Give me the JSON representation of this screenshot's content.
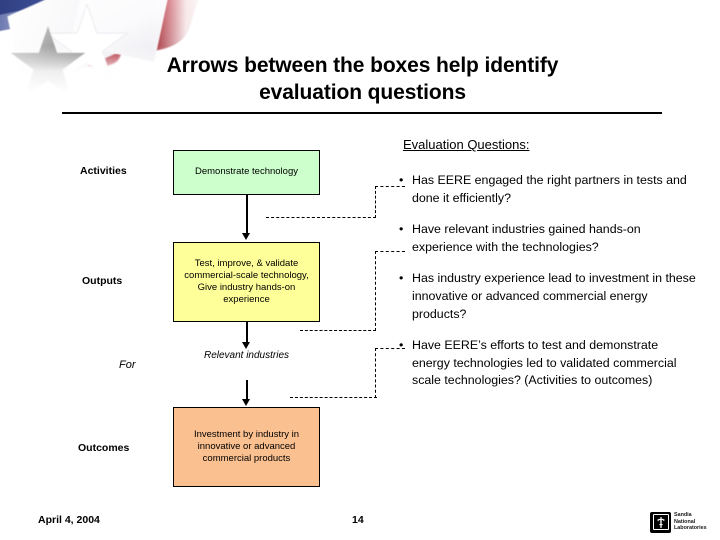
{
  "slide": {
    "title": "Arrows between the boxes help identify evaluation questions",
    "title_line1": "Arrows between the boxes help identify",
    "title_line2": "evaluation questions"
  },
  "diagram": {
    "row_labels": [
      {
        "name": "activities",
        "text": "Activities",
        "italic": false
      },
      {
        "name": "outputs",
        "text": "Outputs",
        "italic": false
      },
      {
        "name": "for",
        "text": "For",
        "italic": true
      },
      {
        "name": "outcomes",
        "text": "Outcomes",
        "italic": false
      }
    ],
    "nodes": [
      {
        "name": "demonstrate-technology",
        "text": "Demonstrate technology",
        "style": "green",
        "color": "#ccffcc"
      },
      {
        "name": "test-improve-validate",
        "text": "Test, improve, & validate commercial-scale technology, Give industry hands-on experience",
        "style": "yellow",
        "color": "#ffff99"
      },
      {
        "name": "relevant-industries",
        "text": "Relevant industries",
        "style": "plain",
        "color": "transparent"
      },
      {
        "name": "investment-by-industry",
        "text": "Investment by industry in innovative or advanced commercial products",
        "style": "orange",
        "color": "#fac090"
      }
    ]
  },
  "questions": {
    "heading": "Evaluation Questions:",
    "bullet_glyph": "•",
    "items": [
      "Has EERE engaged the right partners in tests and done it efficiently?",
      "Have relevant industries gained hands-on experience with the technologies?",
      "Has industry experience lead to investment in these innovative or advanced commercial energy products?",
      "Have EERE’s efforts to test and demonstrate energy technologies led to validated commercial scale technologies? (Activities to outcomes)"
    ]
  },
  "footer": {
    "date": "April 4, 2004",
    "page_number": "14",
    "logo": {
      "line1": "Sandia",
      "line2": "National",
      "line3": "Laboratories",
      "icon": "sandia-thunderbird-icon"
    }
  }
}
